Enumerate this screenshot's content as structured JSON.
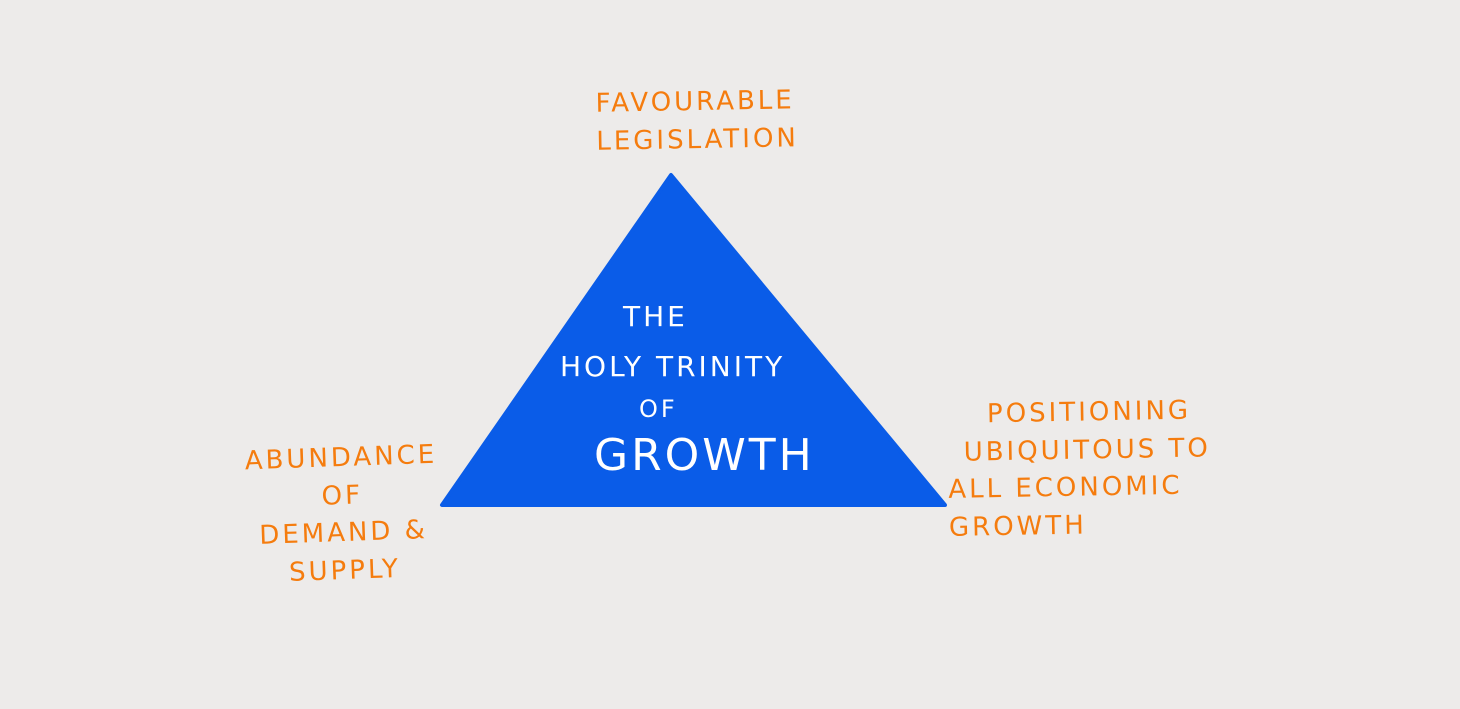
{
  "diagram": {
    "title_lines": [
      "THE",
      "HOLY TRINITY",
      "OF",
      "GROWTH"
    ],
    "top_label": [
      "FAVOURABLE",
      "LEGISLATION"
    ],
    "left_label": [
      "ABUNDANCE",
      "OF",
      "DEMAND & SUPPLY"
    ],
    "right_label": [
      "POSITIONING",
      "UBIQUITOUS TO",
      "ALL ECONOMIC GROWTH"
    ],
    "colors": {
      "background": "#edebea",
      "triangle": "#0a5ce8",
      "label": "#f57c0e",
      "title": "#ffffff"
    }
  }
}
